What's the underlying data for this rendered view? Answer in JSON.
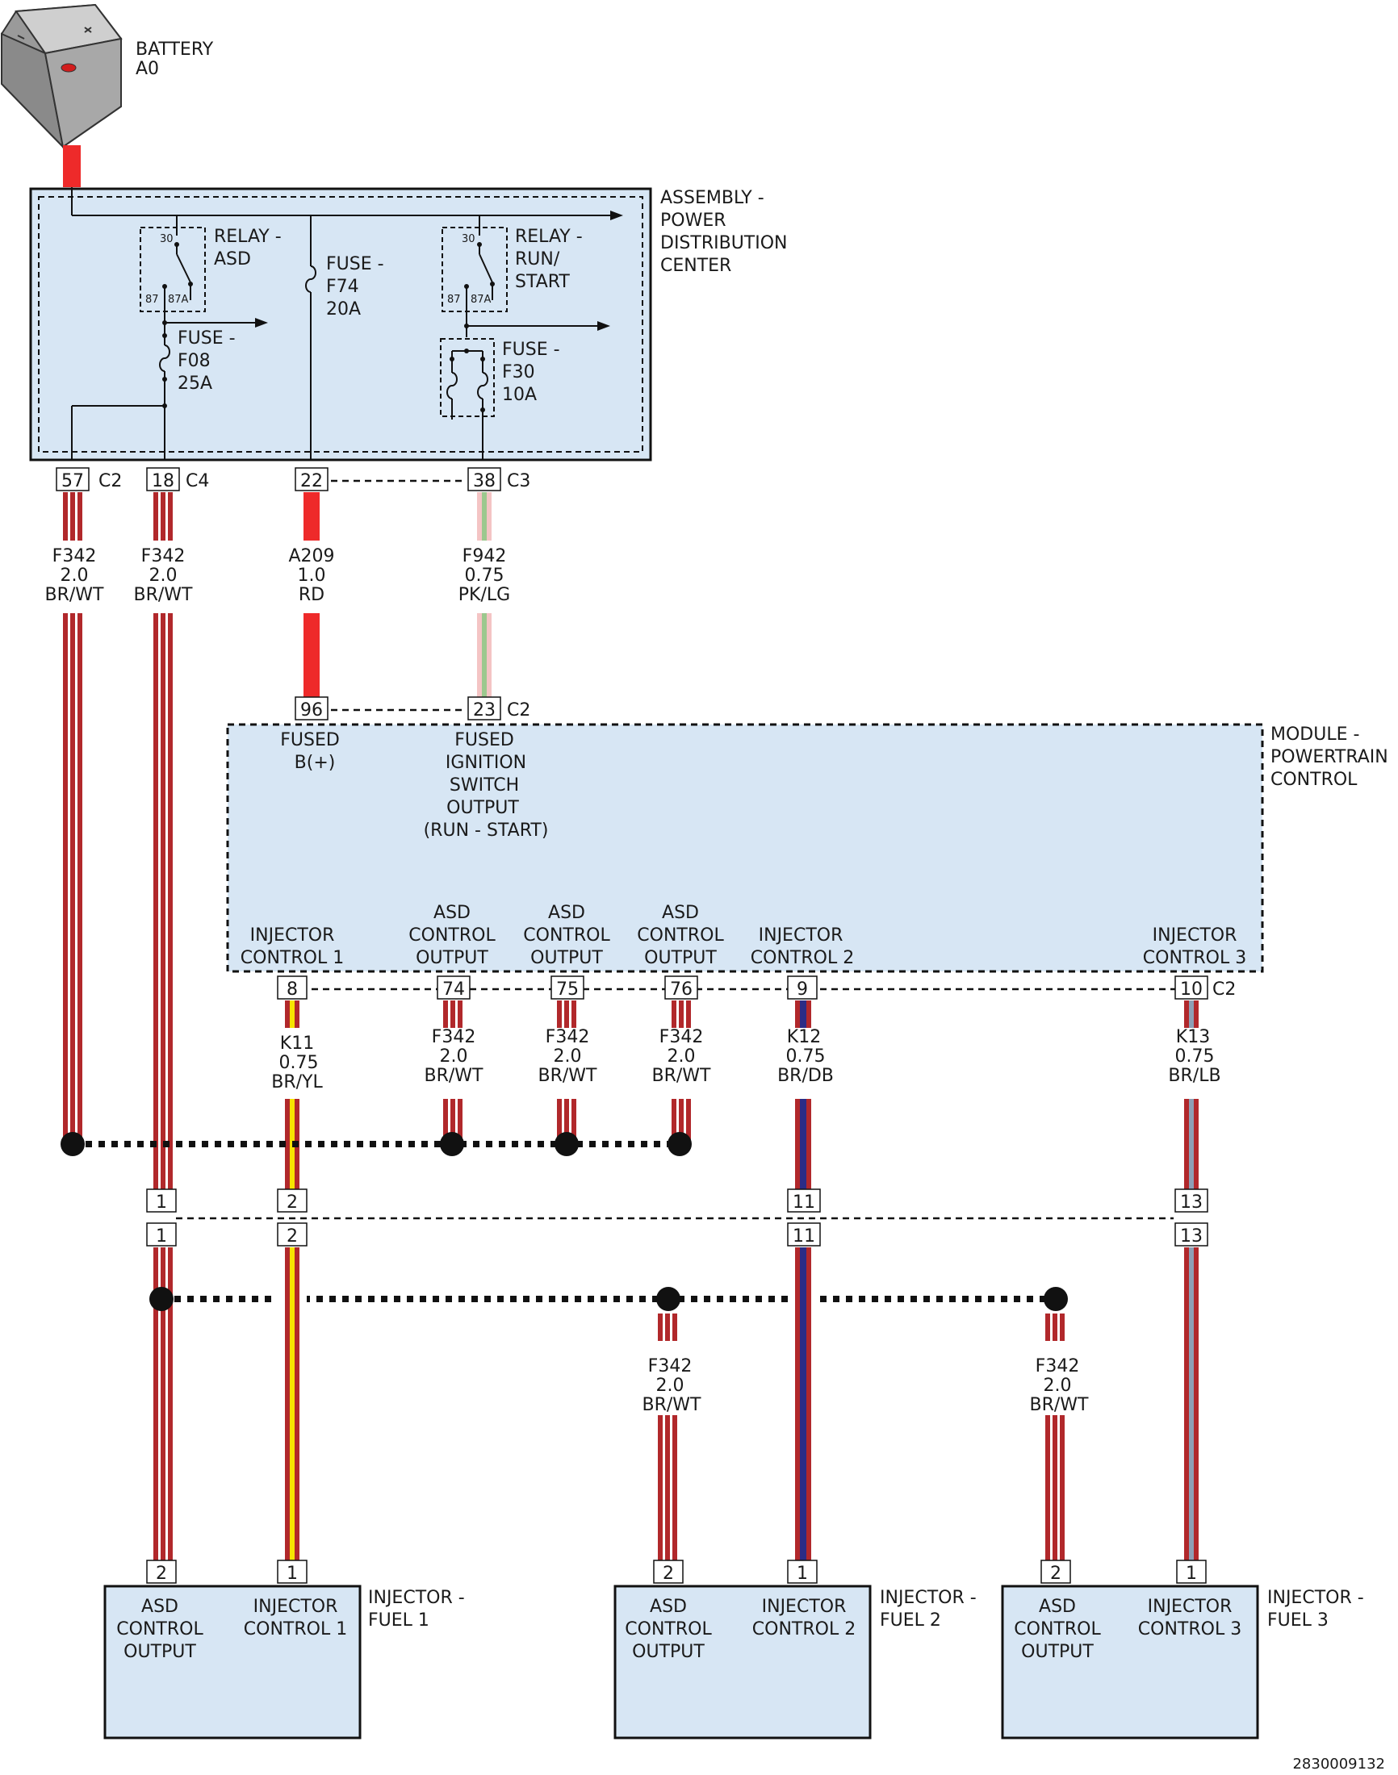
{
  "battery": {
    "line1": "BATTERY",
    "line2": "A0"
  },
  "pdc": {
    "label": [
      "ASSEMBLY -",
      "POWER",
      "DISTRIBUTION",
      "CENTER"
    ],
    "relay_asd": {
      "l1": "RELAY -",
      "l2": "ASD",
      "t30": "30",
      "t87": "87",
      "t87a": "87A"
    },
    "relay_run": {
      "l1": "RELAY -",
      "l2": "RUN/",
      "l3": "START",
      "t30": "30",
      "t87": "87",
      "t87a": "87A"
    },
    "fuse_f74": {
      "l1": "FUSE -",
      "l2": "F74",
      "l3": "20A"
    },
    "fuse_f08": {
      "l1": "FUSE -",
      "l2": "F08",
      "l3": "25A"
    },
    "fuse_f30": {
      "l1": "FUSE -",
      "l2": "F30",
      "l3": "10A"
    },
    "pins": {
      "p57": "57",
      "c2": "C2",
      "p18": "18",
      "c4": "C4",
      "p22": "22",
      "p38": "38",
      "c3": "C3"
    }
  },
  "wires": {
    "w57": {
      "circuit": "F342",
      "gauge": "2.0",
      "color": "BR/WT"
    },
    "w18": {
      "circuit": "F342",
      "gauge": "2.0",
      "color": "BR/WT"
    },
    "w22": {
      "circuit": "A209",
      "gauge": "1.0",
      "color": "RD"
    },
    "w38": {
      "circuit": "F942",
      "gauge": "0.75",
      "color": "PK/LG"
    },
    "w8": {
      "circuit": "K11",
      "gauge": "0.75",
      "color": "BR/YL"
    },
    "w74": {
      "circuit": "F342",
      "gauge": "2.0",
      "color": "BR/WT"
    },
    "w75": {
      "circuit": "F342",
      "gauge": "2.0",
      "color": "BR/WT"
    },
    "w76": {
      "circuit": "F342",
      "gauge": "2.0",
      "color": "BR/WT"
    },
    "w9": {
      "circuit": "K12",
      "gauge": "0.75",
      "color": "BR/DB"
    },
    "w10": {
      "circuit": "K13",
      "gauge": "0.75",
      "color": "BR/LB"
    },
    "wi2": {
      "circuit": "F342",
      "gauge": "2.0",
      "color": "BR/WT"
    },
    "wi3": {
      "circuit": "F342",
      "gauge": "2.0",
      "color": "BR/WT"
    }
  },
  "pcm": {
    "label": [
      "MODULE -",
      "POWERTRAIN",
      "CONTROL"
    ],
    "pins_top": {
      "p96": "96",
      "p23": "23",
      "c2": "C2"
    },
    "fused_b": [
      "FUSED",
      "B(+)"
    ],
    "fused_ign": [
      "FUSED",
      "IGNITION",
      "SWITCH",
      "OUTPUT",
      "(RUN - START)"
    ],
    "inj1": [
      "INJECTOR",
      "CONTROL 1"
    ],
    "asd1": [
      "ASD",
      "CONTROL",
      "OUTPUT"
    ],
    "asd2": [
      "ASD",
      "CONTROL",
      "OUTPUT"
    ],
    "asd3": [
      "ASD",
      "CONTROL",
      "OUTPUT"
    ],
    "inj2": [
      "INJECTOR",
      "CONTROL 2"
    ],
    "inj3": [
      "INJECTOR",
      "CONTROL 3"
    ],
    "pins_bottom": {
      "p8": "8",
      "p74": "74",
      "p75": "75",
      "p76": "76",
      "p9": "9",
      "p10": "10",
      "c2": "C2"
    }
  },
  "inline_connector": {
    "top": {
      "p1": "1",
      "p2": "2",
      "p11": "11",
      "p13": "13"
    },
    "bottom": {
      "p1": "1",
      "p2": "2",
      "p11": "11",
      "p13": "13"
    }
  },
  "injectors": [
    {
      "name": [
        "INJECTOR -",
        "FUEL 1"
      ],
      "asd": [
        "ASD",
        "CONTROL",
        "OUTPUT"
      ],
      "ctrl": [
        "INJECTOR",
        "CONTROL 1"
      ],
      "pin_asd": "2",
      "pin_ctrl": "1"
    },
    {
      "name": [
        "INJECTOR -",
        "FUEL 2"
      ],
      "asd": [
        "ASD",
        "CONTROL",
        "OUTPUT"
      ],
      "ctrl": [
        "INJECTOR",
        "CONTROL 2"
      ],
      "pin_asd": "2",
      "pin_ctrl": "1"
    },
    {
      "name": [
        "INJECTOR -",
        "FUEL 3"
      ],
      "asd": [
        "ASD",
        "CONTROL",
        "OUTPUT"
      ],
      "ctrl": [
        "INJECTOR",
        "CONTROL 3"
      ],
      "pin_asd": "2",
      "pin_ctrl": "1"
    }
  ],
  "figure_id": "2830009132",
  "colors": {
    "box_fill": "#d7e6f4",
    "brown": "#b1282b",
    "red": "#ee2a2a",
    "yellow": "#f7e400",
    "dark_blue": "#2b2c86",
    "light_blue": "#8e9fb5",
    "pink": "#f4c4c4",
    "light_green": "#9cc88e"
  }
}
